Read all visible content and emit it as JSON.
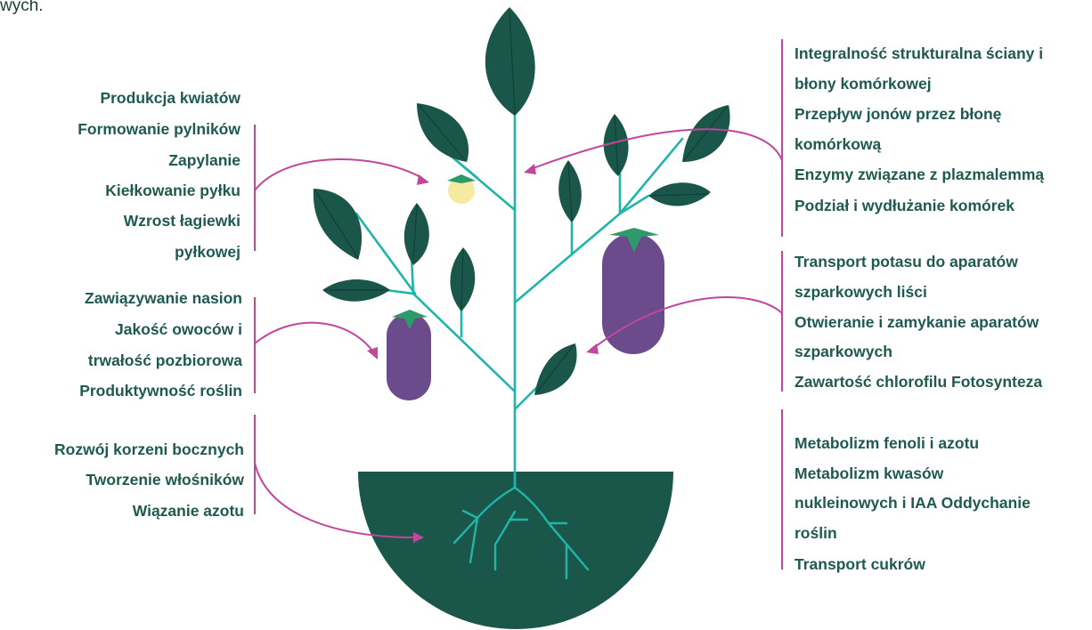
{
  "top_fragment": "wych.",
  "groups": {
    "flowers": [
      "Produkcja kwiatów",
      "Formowanie pylników",
      "Zapylanie",
      "Kiełkowanie pyłku",
      "Wzrost łagiewki",
      "pyłkowej"
    ],
    "seeds": [
      "Zawiązywanie nasion",
      "Jakość owoców i",
      "trwałość pozbiorowa",
      "Produktywność roślin"
    ],
    "roots": [
      "Rozwój korzeni bocznych",
      "Tworzenie włośników",
      "Wiązanie azotu"
    ],
    "cells": [
      "Integralność strukturalna ściany i",
      "błony komórkowej",
      "Przepływ jonów przez błonę",
      "komórkową",
      "Enzymy związane z plazmalemmą",
      "Podział i wydłużanie komórek"
    ],
    "stomata": [
      "Transport potasu do aparatów",
      "szparkowych liści",
      "Otwieranie i zamykanie aparatów",
      "szparkowych",
      "Zawartość chlorofilu Fotosynteza"
    ],
    "metabolism": [
      "Metabolizm fenoli i azotu",
      "Metabolizm kwasów",
      "nukleinowych i IAA Oddychanie",
      "roślin",
      "Transport cukrów"
    ]
  },
  "colors": {
    "text": "#1e5a4f",
    "leaf": "#1a574a",
    "stem": "#1fb5a8",
    "arrow": "#c0479a",
    "eggplant": "#6b4b8c",
    "soil": "#1a574a",
    "flower": "#f5eaa0"
  }
}
